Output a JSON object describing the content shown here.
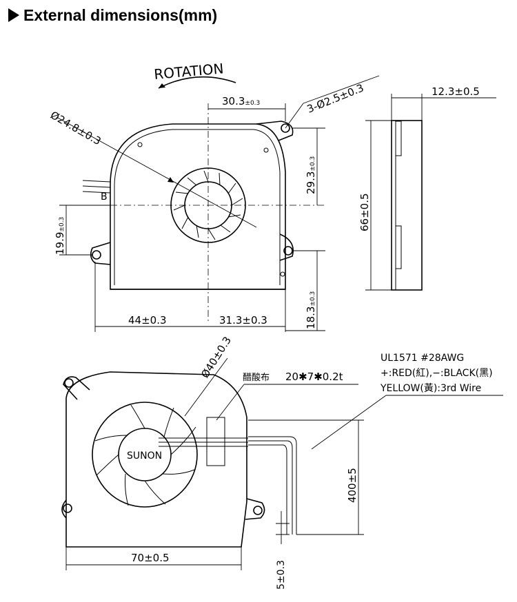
{
  "header": {
    "title": "External dimensions(mm)"
  },
  "top_view": {
    "rotation_label": "ROTATION",
    "dim_30_3": "30.3",
    "tol_30_3": "±0.3",
    "holes": "3-Ø2.5±0.3",
    "inlet_dia": "Ø24.8±0.3",
    "dim_29_3": "29.3",
    "tol_29_3": "±0.3",
    "dim_19_9": "19.9",
    "tol_19_9": "±0.3",
    "dim_18_3": "18.3",
    "tol_18_3": "±0.3",
    "dim_44": "44±0.3",
    "dim_31_3": "31.3±0.3",
    "wire_letter": "B"
  },
  "side_view": {
    "thickness": "12.3±0.5",
    "height": "66±0.5"
  },
  "bottom_view": {
    "impeller_dia": "Ø40±0.3",
    "tape_label": "醋酸布",
    "tape_size": "20✱7✱0.2t",
    "brand": "SUNON",
    "cable_spec": "UL1571  #28AWG",
    "cable_colors": "+:RED(紅),−:BLACK(黑)",
    "cable_third": "YELLOW(黃):3rd  Wire",
    "wire_length": "400±5",
    "width": "70±0.5",
    "strip": "5±0.3"
  }
}
